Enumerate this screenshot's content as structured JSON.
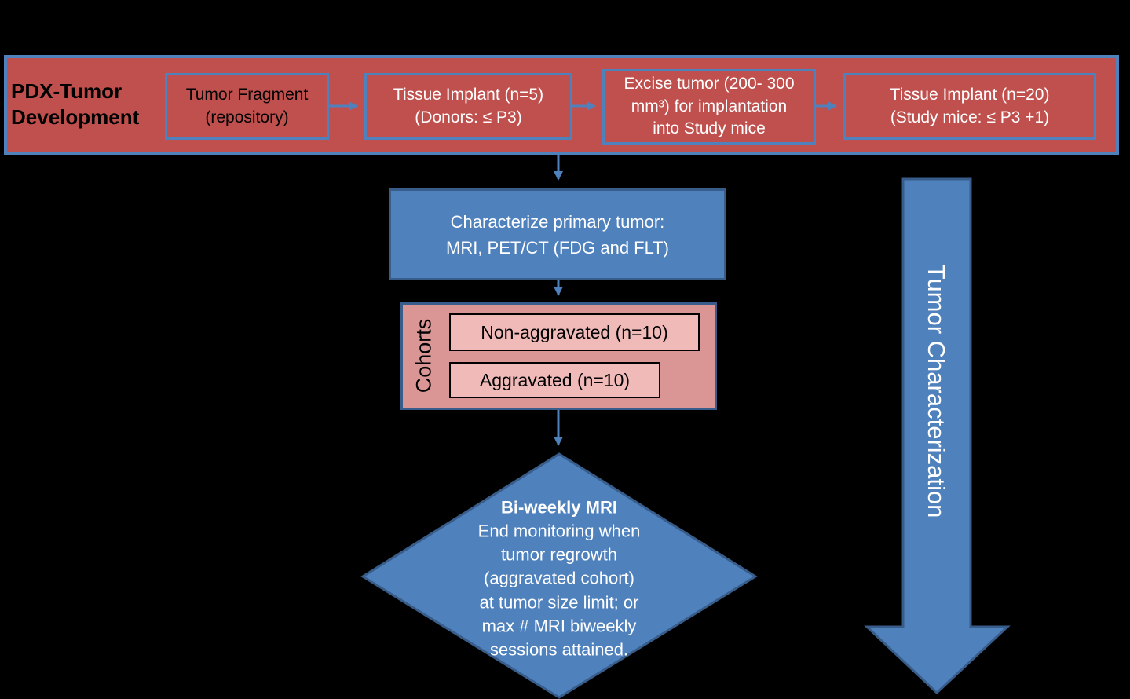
{
  "colors": {
    "background": "#000000",
    "red": "#c0504d",
    "blue": "#4f81bd",
    "blue_dark": "#385d8a",
    "pink": "#d99694",
    "pink_light": "#efbab8"
  },
  "banner": {
    "title": "PDX-Tumor Development",
    "steps": [
      {
        "label": "Tumor Fragment\n(repository)"
      },
      {
        "label": "Tissue Implant (n=5)\n(Donors: ≤ P3)"
      },
      {
        "label": "Excise tumor (200- 300\nmm³) for implantation\ninto Study mice"
      },
      {
        "label": "Tissue Implant (n=20)\n(Study mice: ≤ P3 +1)"
      }
    ]
  },
  "characterize": {
    "label": "Characterize primary tumor:\nMRI, PET/CT (FDG and FLT)"
  },
  "cohorts": {
    "group_label": "Cohorts",
    "items": [
      {
        "label": "Non-aggravated (n=10)"
      },
      {
        "label": "Aggravated (n=10)"
      }
    ]
  },
  "decision": {
    "title": "Bi-weekly MRI",
    "body": "End monitoring when\ntumor regrowth\n(aggravated cohort)\nat tumor size limit; or\nmax # MRI biweekly\nsessions attained."
  },
  "side_arrow": {
    "label": "Tumor Characterization"
  }
}
